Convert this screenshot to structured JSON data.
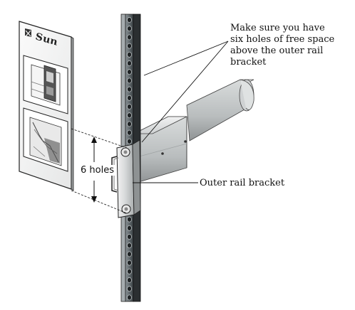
{
  "callouts": {
    "free_space_note": [
      "Make sure you have",
      "six holes of free space",
      "above the outer rail",
      "bracket"
    ],
    "bracket_label": "Outer rail bracket",
    "holes_label": "6 holes"
  },
  "logo": {
    "text": "Sun"
  },
  "colors": {
    "rail_dark": "#2b2f31",
    "rail_mid": "#5d6366",
    "rail_light": "#a7adb0",
    "arm_light": "#e2e4e4",
    "arm_mid": "#c3c6c7",
    "arm_dark": "#8e9293",
    "line": "#111111"
  },
  "icons": [
    "sun-logo-icon",
    "rack-hole-icon",
    "screw-icon"
  ]
}
